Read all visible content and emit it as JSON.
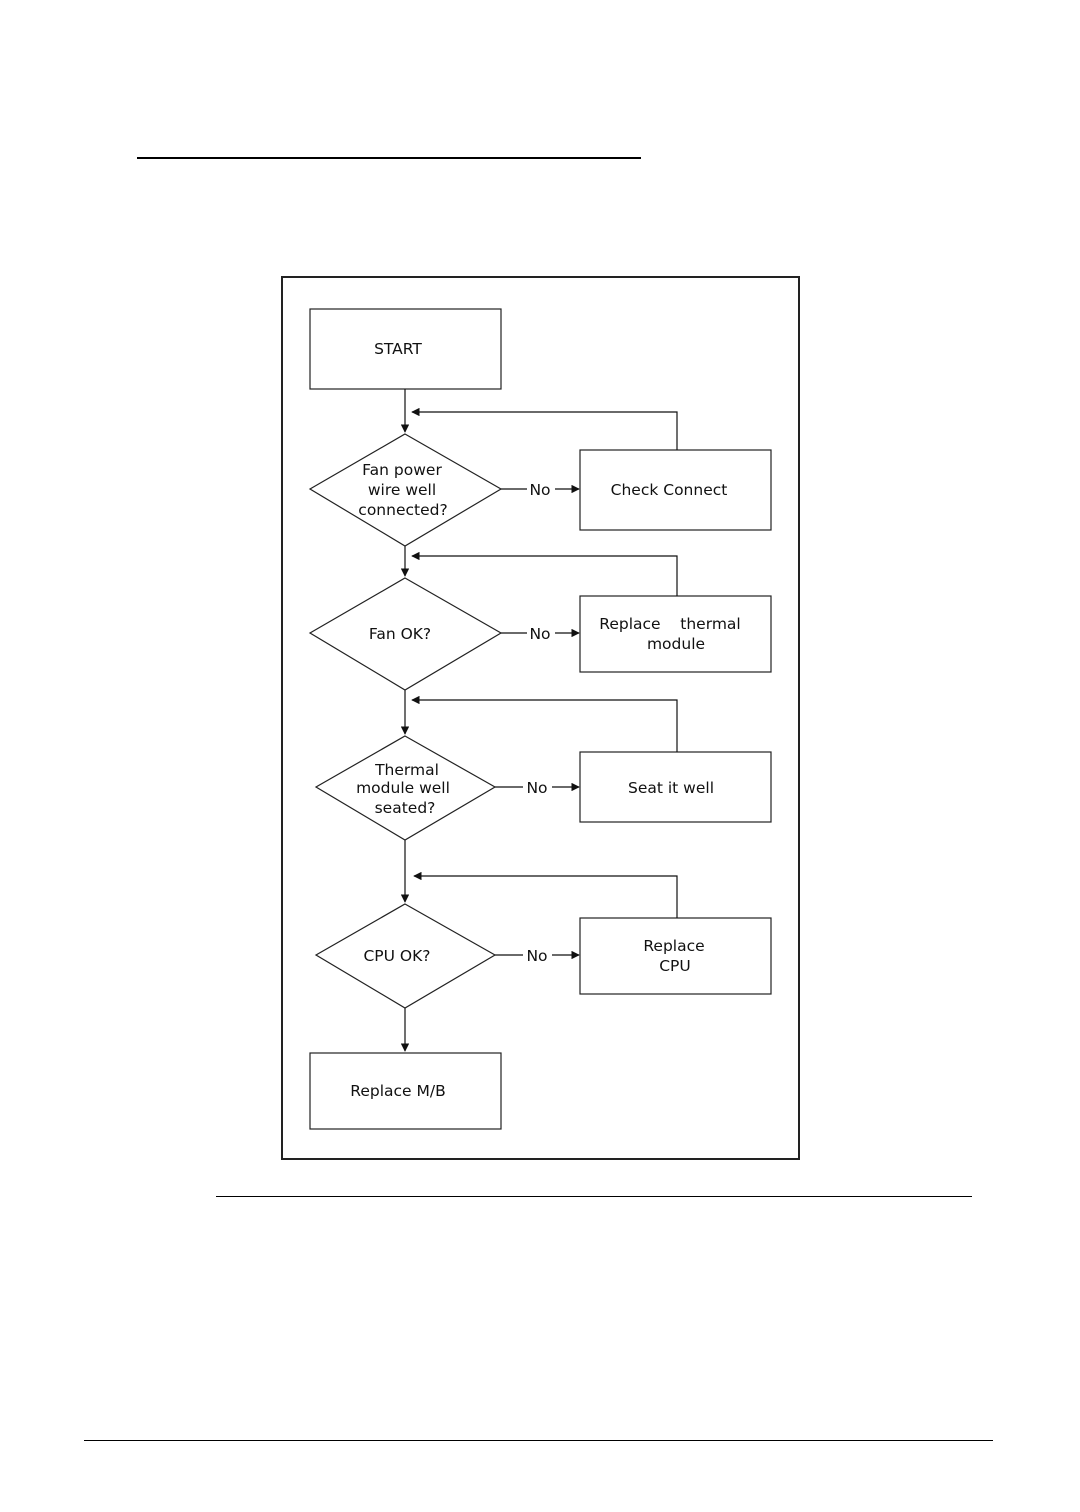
{
  "flowchart": {
    "start": "START",
    "decisions": [
      {
        "lines": [
          "Fan power",
          "wire well",
          "connected?"
        ]
      },
      {
        "lines": [
          "Fan OK?"
        ]
      },
      {
        "lines": [
          "Thermal",
          "module well",
          "seated?"
        ]
      },
      {
        "lines": [
          "CPU OK?"
        ]
      }
    ],
    "actions": [
      {
        "lines": [
          "Check Connect"
        ]
      },
      {
        "lines": [
          "Replace    thermal",
          "module"
        ]
      },
      {
        "lines": [
          "Seat it well"
        ]
      },
      {
        "lines": [
          "Replace",
          "CPU"
        ]
      }
    ],
    "no_label": "No",
    "end": "Replace M/B"
  }
}
